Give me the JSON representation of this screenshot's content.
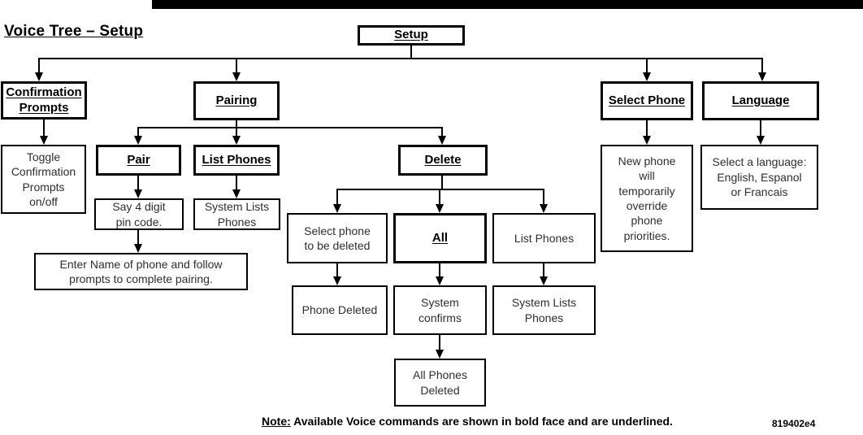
{
  "title": "Voice Tree – Setup",
  "footer": {
    "note_label": "Note:",
    "note_text": " Available Voice commands are shown in bold face and are underlined.",
    "figure_code": "819402e4"
  },
  "colors": {
    "ink": "#000000",
    "description_text": "#2e2e2e",
    "header_bar": "#000000",
    "page_background": "#ffffff"
  },
  "nodes": {
    "setup": {
      "label": "Setup",
      "command": true
    },
    "confirmation_prompts": {
      "label": "Confirmation\nPrompts",
      "command": true
    },
    "pairing": {
      "label": "Pairing",
      "command": true
    },
    "select_phone": {
      "label": "Select Phone",
      "command": true
    },
    "language": {
      "label": "Language",
      "command": true
    },
    "toggle_confirmation": {
      "label": "Toggle\nConfirmation\nPrompts\non/off",
      "command": false
    },
    "pair": {
      "label": "Pair",
      "command": true
    },
    "list_phones": {
      "label": "List Phones",
      "command": true
    },
    "delete": {
      "label": "Delete",
      "command": true
    },
    "say_pin": {
      "label": "Say 4 digit\npin code.",
      "command": false
    },
    "system_lists_phones_a": {
      "label": "System Lists\nPhones",
      "command": false
    },
    "enter_name": {
      "label": "Enter Name of phone and follow\nprompts to complete pairing.",
      "command": false
    },
    "select_phone_to_delete": {
      "label": "Select phone\nto be deleted",
      "command": false
    },
    "all": {
      "label": "All",
      "command": true
    },
    "list_phones_b": {
      "label": "List Phones",
      "command": false
    },
    "phone_deleted": {
      "label": "Phone Deleted",
      "command": false
    },
    "system_confirms": {
      "label": "System\nconfirms",
      "command": false
    },
    "system_lists_phones_b": {
      "label": "System Lists\nPhones",
      "command": false
    },
    "all_phones_deleted": {
      "label": "All Phones\nDeleted",
      "command": false
    },
    "new_phone_override": {
      "label": "New phone\nwill\ntemporarily\noverride\nphone\npriorities.",
      "command": false
    },
    "select_language": {
      "label": "Select a language:\nEnglish, Espanol\nor Francais",
      "command": false
    }
  }
}
